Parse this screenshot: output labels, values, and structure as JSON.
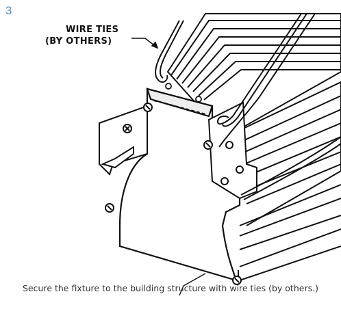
{
  "step": {
    "number": "3"
  },
  "callout": {
    "line1": "WIRE TIES",
    "line2": "(BY OTHERS)"
  },
  "caption": "Secure the fixture to the building structure with wire ties (by others.)",
  "colors": {
    "step_number": "#5a8fc4",
    "line_art": "#111111",
    "caption_text": "#333333"
  }
}
